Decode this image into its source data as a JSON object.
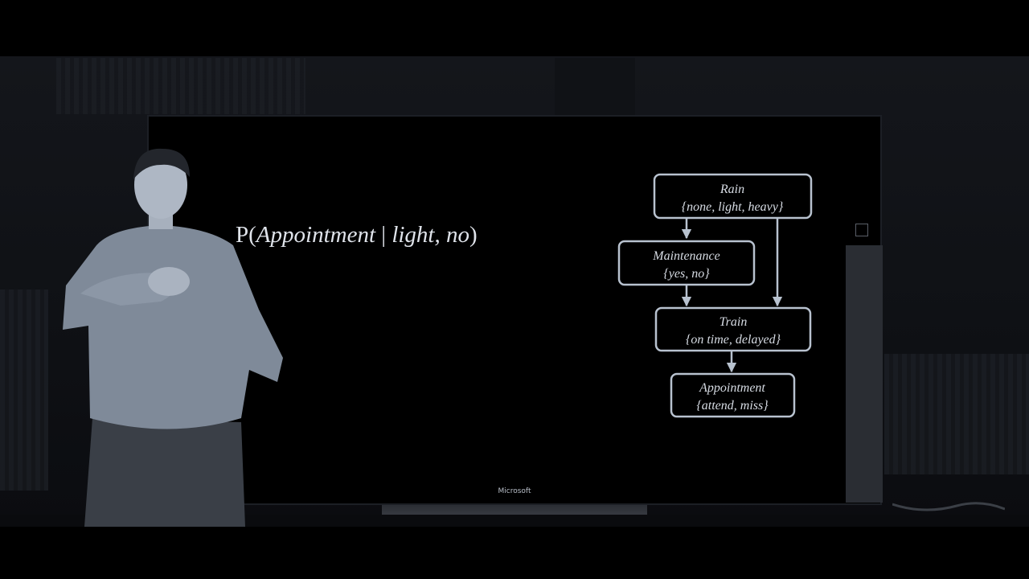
{
  "formula": {
    "p": "P(",
    "var": "Appointment",
    "bar": " | ",
    "given": "light, no",
    "close": ")"
  },
  "brand": "Microsoft",
  "nodes": [
    {
      "id": "rain",
      "title": "Rain",
      "values": "{none, light, heavy}"
    },
    {
      "id": "maintenance",
      "title": "Maintenance",
      "values": "{yes, no}"
    },
    {
      "id": "train",
      "title": "Train",
      "values": "{on time, delayed}"
    },
    {
      "id": "appointment",
      "title": "Appointment",
      "values": "{attend, miss}"
    }
  ],
  "edges": [
    [
      "rain",
      "maintenance"
    ],
    [
      "rain",
      "train"
    ],
    [
      "maintenance",
      "train"
    ],
    [
      "train",
      "appointment"
    ]
  ],
  "colors": {
    "node_stroke": "#b8c2cf",
    "text": "#d6dbe3",
    "background": "#000000"
  },
  "icons": {
    "person": "presenter-figure",
    "side": "panel-square-icon"
  }
}
